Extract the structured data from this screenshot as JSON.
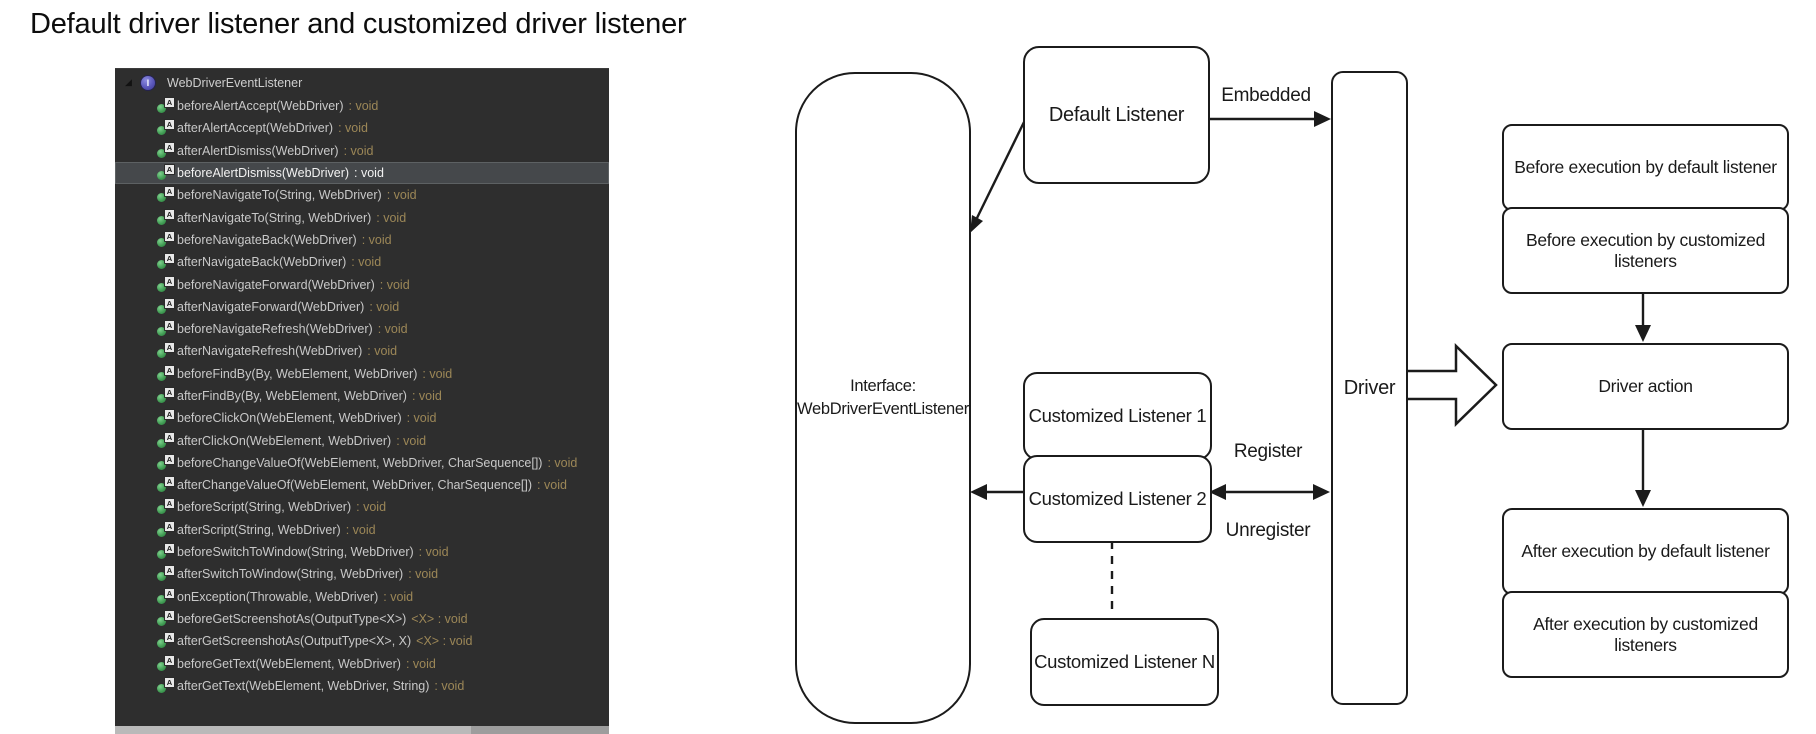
{
  "page": {
    "title": "Default driver listener and customized driver listener"
  },
  "outline": {
    "root": "WebDriverEventListener",
    "root_icon": "interface-icon",
    "method_icon": "green-circle-abstract-method-icon",
    "methods": [
      {
        "label": "beforeAlertAccept(WebDriver)",
        "suffix": ": void",
        "selected": false
      },
      {
        "label": "afterAlertAccept(WebDriver)",
        "suffix": ": void",
        "selected": false
      },
      {
        "label": "afterAlertDismiss(WebDriver)",
        "suffix": ": void",
        "selected": false
      },
      {
        "label": "beforeAlertDismiss(WebDriver)",
        "suffix": ": void",
        "selected": true
      },
      {
        "label": "beforeNavigateTo(String, WebDriver)",
        "suffix": ": void",
        "selected": false
      },
      {
        "label": "afterNavigateTo(String, WebDriver)",
        "suffix": ": void",
        "selected": false
      },
      {
        "label": "beforeNavigateBack(WebDriver)",
        "suffix": ": void",
        "selected": false
      },
      {
        "label": "afterNavigateBack(WebDriver)",
        "suffix": ": void",
        "selected": false
      },
      {
        "label": "beforeNavigateForward(WebDriver)",
        "suffix": ": void",
        "selected": false
      },
      {
        "label": "afterNavigateForward(WebDriver)",
        "suffix": ": void",
        "selected": false
      },
      {
        "label": "beforeNavigateRefresh(WebDriver)",
        "suffix": ": void",
        "selected": false
      },
      {
        "label": "afterNavigateRefresh(WebDriver)",
        "suffix": ": void",
        "selected": false
      },
      {
        "label": "beforeFindBy(By, WebElement, WebDriver)",
        "suffix": ": void",
        "selected": false
      },
      {
        "label": "afterFindBy(By, WebElement, WebDriver)",
        "suffix": ": void",
        "selected": false
      },
      {
        "label": "beforeClickOn(WebElement, WebDriver)",
        "suffix": ": void",
        "selected": false
      },
      {
        "label": "afterClickOn(WebElement, WebDriver)",
        "suffix": ": void",
        "selected": false
      },
      {
        "label": "beforeChangeValueOf(WebElement, WebDriver, CharSequence[])",
        "suffix": ": void",
        "selected": false
      },
      {
        "label": "afterChangeValueOf(WebElement, WebDriver, CharSequence[])",
        "suffix": ": void",
        "selected": false
      },
      {
        "label": "beforeScript(String, WebDriver)",
        "suffix": ": void",
        "selected": false
      },
      {
        "label": "afterScript(String, WebDriver)",
        "suffix": ": void",
        "selected": false
      },
      {
        "label": "beforeSwitchToWindow(String, WebDriver)",
        "suffix": ": void",
        "selected": false
      },
      {
        "label": "afterSwitchToWindow(String, WebDriver)",
        "suffix": ": void",
        "selected": false
      },
      {
        "label": "onException(Throwable, WebDriver)",
        "suffix": ": void",
        "selected": false
      },
      {
        "label": "beforeGetScreenshotAs(OutputType<X>)",
        "suffix": "<X> : void",
        "selected": false
      },
      {
        "label": "afterGetScreenshotAs(OutputType<X>, X)",
        "suffix": "<X> : void",
        "selected": false
      },
      {
        "label": "beforeGetText(WebElement, WebDriver)",
        "suffix": ": void",
        "selected": false
      },
      {
        "label": "afterGetText(WebElement, WebDriver, String)",
        "suffix": ": void",
        "selected": false
      }
    ]
  },
  "diagram": {
    "interface_box": {
      "line1": "Interface:",
      "line2": "WebDriverEventListener"
    },
    "default_listener": "Default Listener",
    "driver": "Driver",
    "customized": [
      "Customized Listener 1",
      "Customized Listener 2",
      "Customized Listener N"
    ],
    "labels": {
      "embedded": "Embedded",
      "register": "Register",
      "unregister": "Unregister"
    },
    "flow": [
      "Before execution by default listener",
      "Before execution by customized listeners",
      "Driver action",
      "After execution by default listener",
      "After execution by customized listeners"
    ]
  },
  "colors": {
    "panel_background": "#2e2e2e",
    "method_text": "#c8c8c8",
    "return_type_text": "#9c8757",
    "selected_row_background": "#45484b",
    "method_icon_green": "#3f9b52",
    "interface_icon_purple": "#5a57bb",
    "diagram_stroke": "#1b1b1b"
  }
}
